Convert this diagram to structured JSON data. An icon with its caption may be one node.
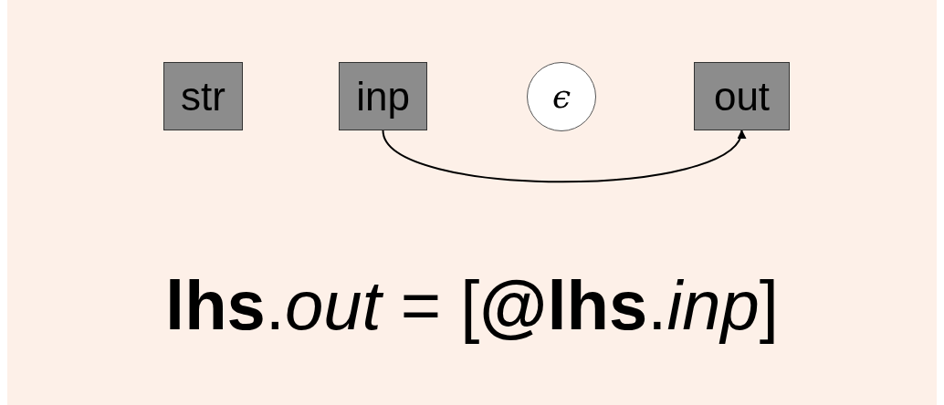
{
  "diagram": {
    "nodes": [
      {
        "text": [
          "str"
        ]
      },
      {
        "text": [
          "inp"
        ]
      },
      {
        "text": [
          "ϵ"
        ]
      },
      {
        "text": [
          "out"
        ]
      }
    ],
    "edges": [
      {
        "from": 1,
        "to": 3,
        "arrow": "to"
      }
    ],
    "labels": [
      "**lhs**.*out* = [**@lhs**.*inp*]"
    ]
  }
}
